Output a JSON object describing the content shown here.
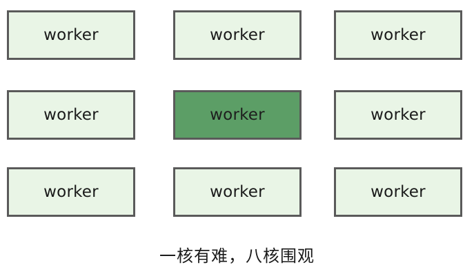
{
  "diagram": {
    "nodes": [
      {
        "label": "worker",
        "highlighted": false
      },
      {
        "label": "worker",
        "highlighted": false
      },
      {
        "label": "worker",
        "highlighted": false
      },
      {
        "label": "worker",
        "highlighted": false
      },
      {
        "label": "worker",
        "highlighted": true
      },
      {
        "label": "worker",
        "highlighted": false
      },
      {
        "label": "worker",
        "highlighted": false
      },
      {
        "label": "worker",
        "highlighted": false
      },
      {
        "label": "worker",
        "highlighted": false
      }
    ],
    "caption": "一核有难，八核围观",
    "colors": {
      "normal_fill": "#e9f5e6",
      "highlight_fill": "#5c9e66",
      "border": "#5a5a5a"
    }
  }
}
